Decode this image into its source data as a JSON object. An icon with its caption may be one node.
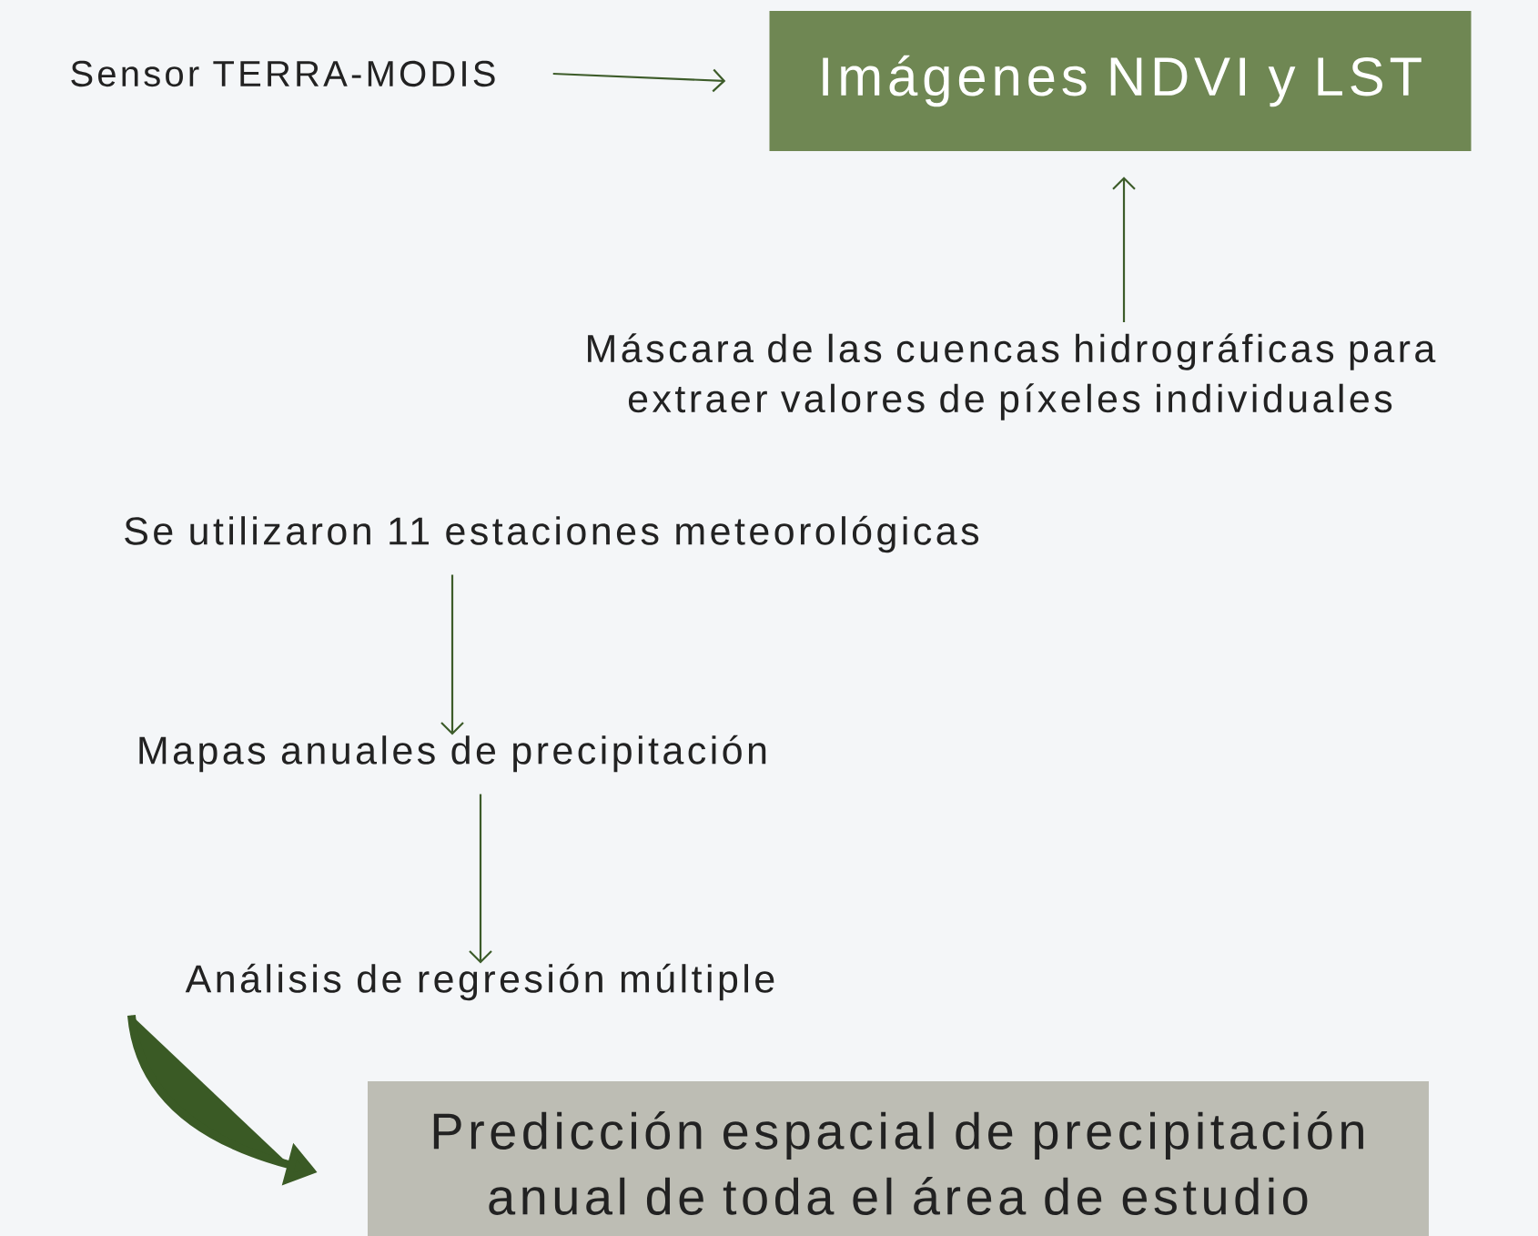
{
  "diagram": {
    "nodes": [
      {
        "text": [
          "Sensor TERRA-MODIS"
        ]
      },
      {
        "text": [
          "Imágenes NDVI y LST"
        ]
      },
      {
        "text": [
          "Máscara de las cuencas hidrográficas para extraer valores de píxeles individuales"
        ]
      },
      {
        "text": [
          "Se utilizaron 11 estaciones meteorológicas"
        ]
      },
      {
        "text": [
          "Mapas anuales de precipitación"
        ]
      },
      {
        "text": [
          "Análisis de regresión múltiple"
        ]
      },
      {
        "text": [
          "Predicción espacial de precipitación anual de toda el área de estudio"
        ]
      }
    ],
    "edges": [
      {
        "from": 0,
        "to": 1,
        "arrow": "to"
      },
      {
        "from": 2,
        "to": 1,
        "arrow": "to"
      },
      {
        "from": 3,
        "to": 4,
        "arrow": "to"
      },
      {
        "from": 4,
        "to": 5,
        "arrow": "to"
      },
      {
        "from": 5,
        "to": 6,
        "arrow": "to",
        "style": "thick",
        "color": "#3a5a25"
      }
    ]
  }
}
